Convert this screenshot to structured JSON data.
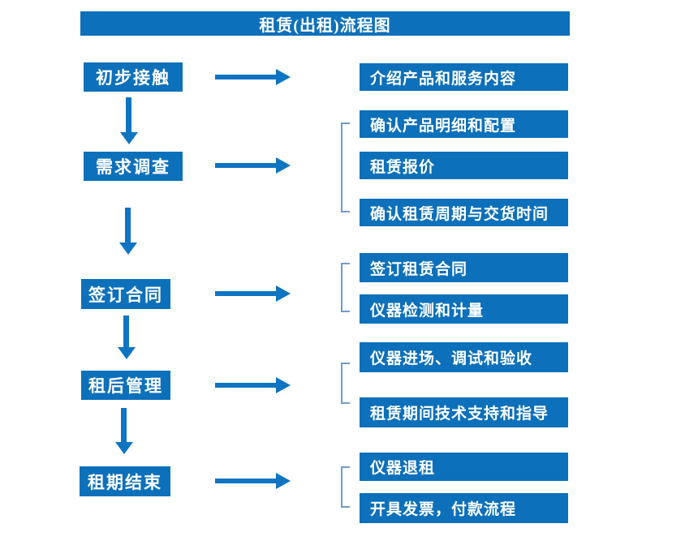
{
  "title": "租赁(出租)流程图",
  "colors": {
    "primary": "#0c70ba",
    "arrow": "#0f74c2",
    "bracket": "#6f9ad0",
    "box_text": "#ffffff",
    "background": "#ffffff"
  },
  "steps": [
    {
      "label": "初步接触",
      "outputs": [
        "介绍产品和服务内容"
      ]
    },
    {
      "label": "需求调查",
      "outputs": [
        "确认产品明细和配置",
        "租赁报价",
        "确认租赁周期与交货时间"
      ]
    },
    {
      "label": "签订合同",
      "outputs": [
        "签订租赁合同",
        "仪器检测和计量"
      ]
    },
    {
      "label": "租后管理",
      "outputs": [
        "仪器进场、调试和验收",
        "租赁期间技术支持和指导"
      ]
    },
    {
      "label": "租期结束",
      "outputs": [
        "仪器退租",
        "开具发票，付款流程"
      ]
    }
  ]
}
